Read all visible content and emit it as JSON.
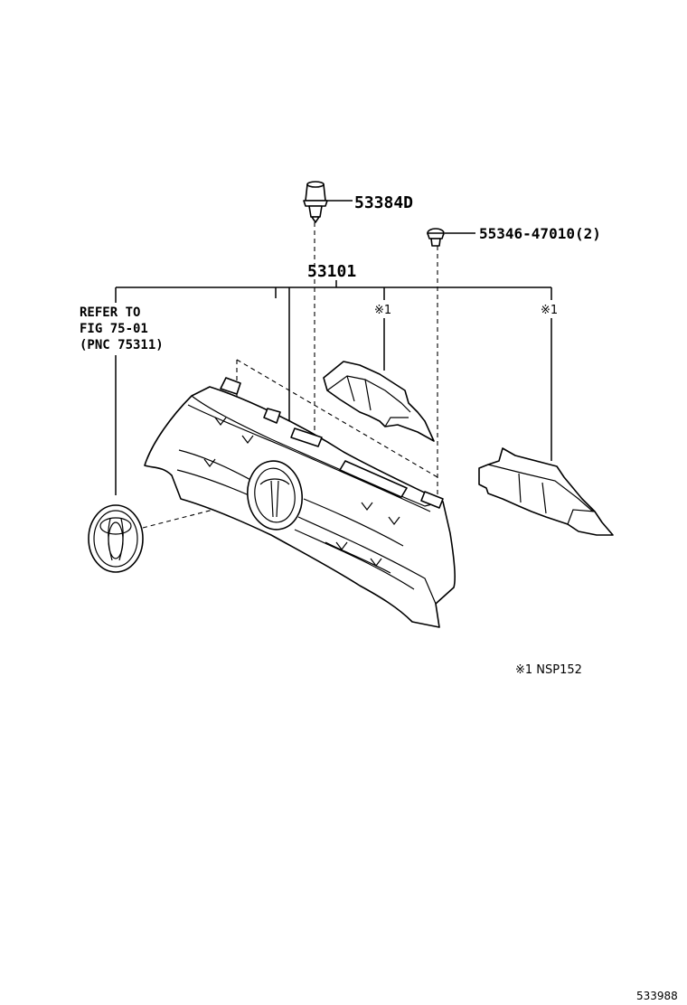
{
  "labels": {
    "clip": "53384D",
    "screw": "55346-47010(2)",
    "grille": "53101",
    "refer_line1": "REFER TO",
    "refer_line2": "FIG 75-01",
    "refer_line3": "(PNC 75311)",
    "mark_left": "※1",
    "mark_right": "※1",
    "note": "※1 NSP152",
    "diagram_id": "533988"
  },
  "icons": {
    "clip": "push-clip-icon",
    "screw": "screw-grommet-icon",
    "emblem": "toyota-emblem-icon"
  }
}
